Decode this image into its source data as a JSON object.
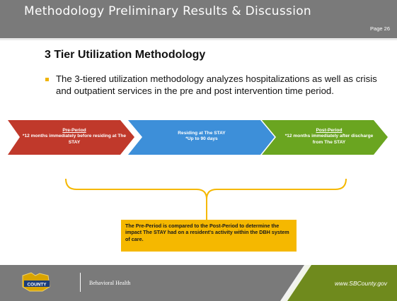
{
  "header": {
    "title": "Methodology Preliminary Results & Discussion",
    "page": "Page 26"
  },
  "main": {
    "heading": "3 Tier Utilization Methodology",
    "bullet": "The 3-tiered utilization methodology analyzes hospitalizations as well as crisis and outpatient services in the pre and post intervention time period."
  },
  "timeline": [
    {
      "title": "Pre-Period",
      "text": "*12 months immediately before residing at The STAY",
      "color": "#c0392b"
    },
    {
      "title": "",
      "line1": "Residing at The STAY",
      "line2": "*Up to 90 days",
      "color": "#3d8fd9"
    },
    {
      "title": "Post-Period",
      "text": "*12 months immediately after discharge from The STAY",
      "color": "#6aa520"
    }
  ],
  "callout": {
    "text": "The Pre-Period is compared to the Post-Period to determine the impact The STAY had on a resident's activity within the DBH system of care."
  },
  "footer": {
    "label": "Behavioral Health",
    "url": "www.SBCounty.gov",
    "logo_text": "COUNTY"
  },
  "colors": {
    "header_bg": "#7a7a7a",
    "accent_yellow": "#f5b800",
    "footer_green": "#6f8a1d"
  }
}
